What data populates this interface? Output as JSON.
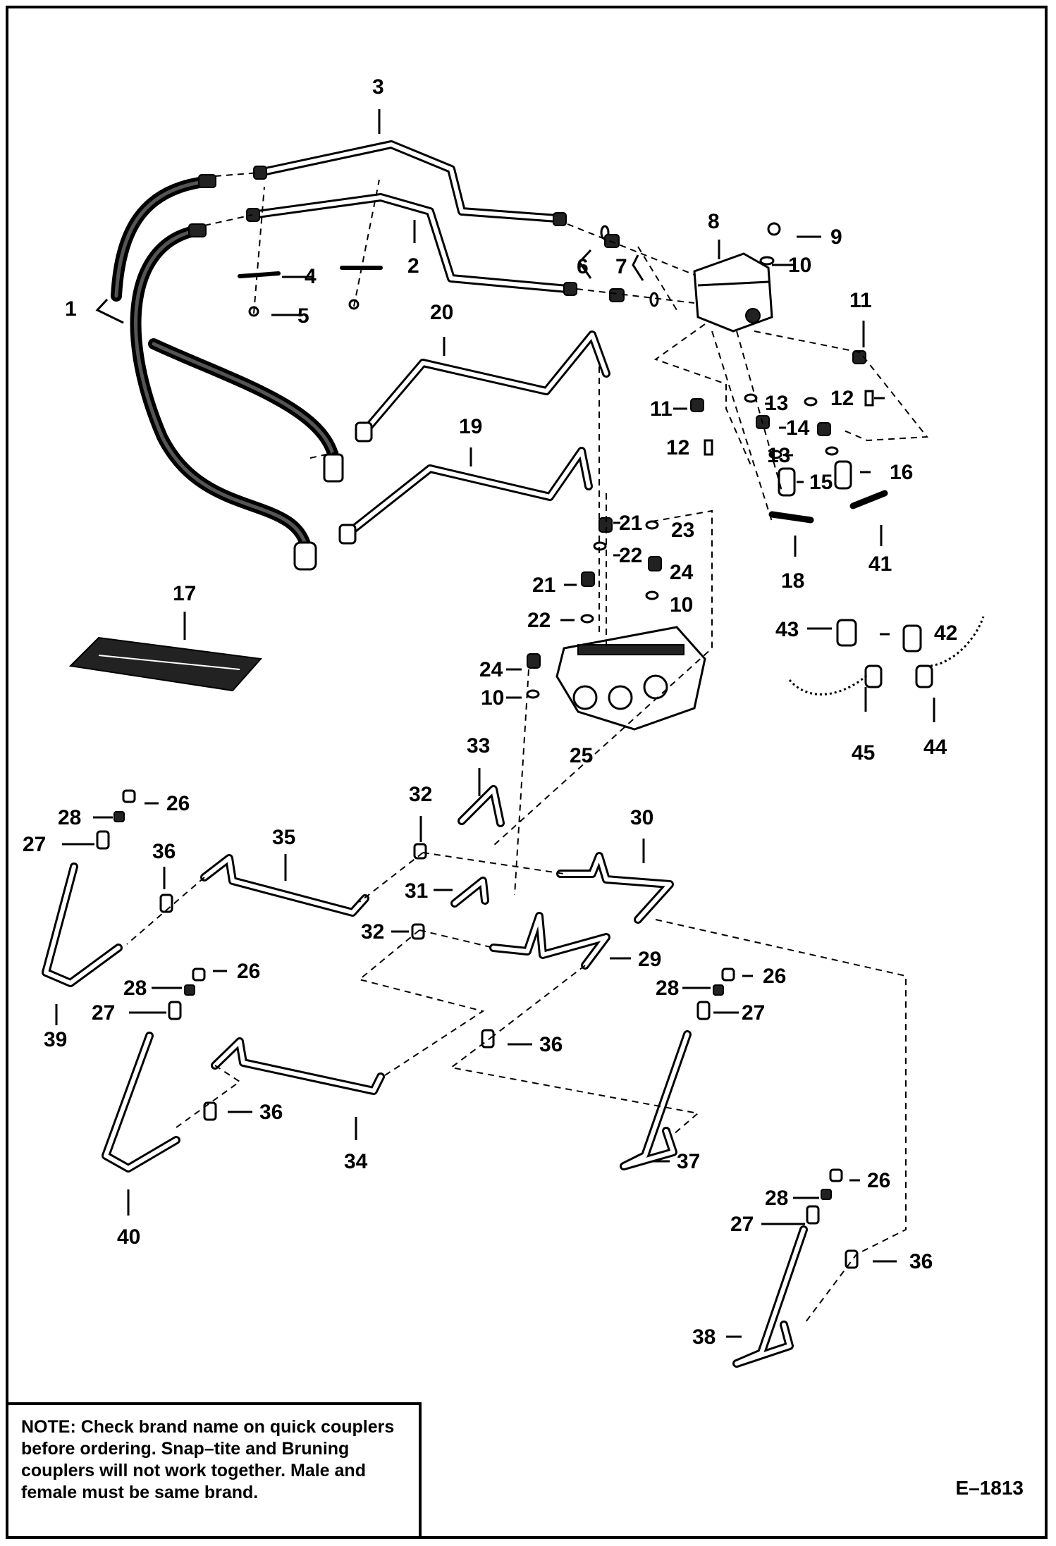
{
  "callouts": {
    "c1": "1",
    "c2": "2",
    "c3": "3",
    "c4": "4",
    "c5": "5",
    "c6": "6",
    "c7": "7",
    "c8": "8",
    "c9": "9",
    "c10a": "10",
    "c10b": "10",
    "c10c": "10",
    "c11a": "11",
    "c11b": "11",
    "c12a": "12",
    "c12b": "12",
    "c13a": "13",
    "c13b": "13",
    "c14": "14",
    "c15": "15",
    "c16": "16",
    "c17": "17",
    "c18": "18",
    "c19": "19",
    "c20": "20",
    "c21a": "21",
    "c21b": "21",
    "c22a": "22",
    "c22b": "22",
    "c23": "23",
    "c24a": "24",
    "c24b": "24",
    "c25": "25",
    "c26a": "26",
    "c26b": "26",
    "c26c": "26",
    "c26d": "26",
    "c27a": "27",
    "c27b": "27",
    "c27c": "27",
    "c27d": "27",
    "c28a": "28",
    "c28b": "28",
    "c28c": "28",
    "c28d": "28",
    "c29": "29",
    "c30": "30",
    "c31": "31",
    "c32a": "32",
    "c32b": "32",
    "c33": "33",
    "c34": "34",
    "c35": "35",
    "c36a": "36",
    "c36b": "36",
    "c36c": "36",
    "c36d": "36",
    "c37": "37",
    "c38": "38",
    "c39": "39",
    "c40": "40",
    "c41": "41",
    "c42": "42",
    "c43": "43",
    "c44": "44",
    "c45": "45"
  },
  "note": {
    "label": "NOTE:",
    "text": " Check brand name on quick couplers before ordering.  Snap–tite and Bruning couplers will not work together.  Male and female must be same brand."
  },
  "figure_id": "E–1813"
}
